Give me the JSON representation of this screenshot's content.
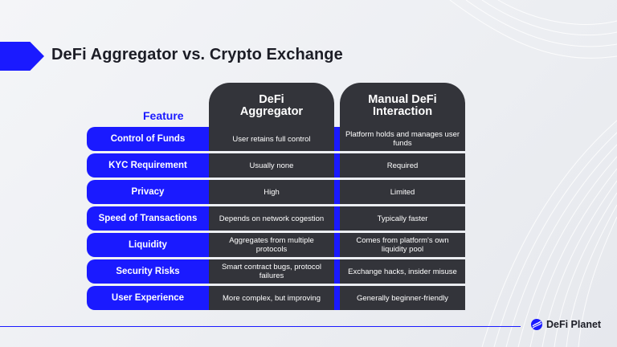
{
  "title": "DeFi Aggregator vs. Crypto Exchange",
  "table": {
    "feature_header": "Feature",
    "col_a_header": "DeFi\nAggregator",
    "col_b_header": "Manual DeFi\nInteraction",
    "rows": [
      {
        "feature": "Control of Funds",
        "a": "User retains full control",
        "b": "Platform holds and manages user funds"
      },
      {
        "feature": "KYC Requirement",
        "a": "Usually none",
        "b": "Required"
      },
      {
        "feature": "Privacy",
        "a": "High",
        "b": "Limited"
      },
      {
        "feature": "Speed of Transactions",
        "a": "Depends on network cogestion",
        "b": "Typically faster"
      },
      {
        "feature": "Liquidity",
        "a": "Aggregates from multiple protocols",
        "b": "Comes from platform's own liquidity pool"
      },
      {
        "feature": "Security Risks",
        "a": "Smart contract bugs, protocol failures",
        "b": "Exchange hacks, insider misuse"
      },
      {
        "feature": "User Experience",
        "a": "More complex, but improving",
        "b": "Generally beginner-friendly"
      }
    ]
  },
  "brand": {
    "name": "DeFi Planet",
    "icon": "defi-planet-logo-icon"
  },
  "colors": {
    "accent": "#1a1aff",
    "cell": "#33343a",
    "title": "#1c1d26",
    "background": "#eceef2"
  }
}
